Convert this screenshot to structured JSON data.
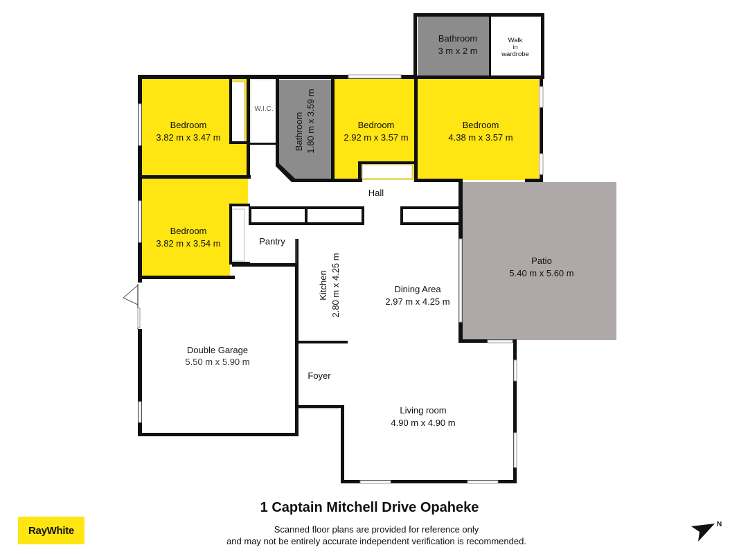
{
  "rooms": {
    "bedroom1": {
      "name": "Bedroom",
      "dims": "3.82 m x 3.47 m"
    },
    "bedroom2": {
      "name": "Bedroom",
      "dims": "3.82 m x 3.54 m"
    },
    "bedroom3": {
      "name": "Bedroom",
      "dims": "2.92 m x 3.57 m"
    },
    "bedroom4": {
      "name": "Bedroom",
      "dims": "4.38 m x 3.57 m"
    },
    "bathroom1": {
      "name": "Bathroom",
      "dims": "1.80 m x 3.59 m"
    },
    "bathroom2": {
      "name": "Bathroom",
      "dims": "3 m x 2 m"
    },
    "walkin": {
      "line1": "Walk",
      "line2": "in",
      "line3": "wardrobe"
    },
    "wic": {
      "name": "W.I.C."
    },
    "hall": {
      "name": "Hall"
    },
    "pantry": {
      "name": "Pantry"
    },
    "kitchen": {
      "name": "Kitchen",
      "dims": "2.80 m x 4.25 m"
    },
    "dining": {
      "name": "Dining Area",
      "dims": "2.97 m x 4.25 m"
    },
    "patio": {
      "name": "Patio",
      "dims": "5.40 m x 5.60 m"
    },
    "garage": {
      "name": "Double Garage",
      "dims": "5.50 m x 5.90 m"
    },
    "foyer": {
      "name": "Foyer"
    },
    "living": {
      "name": "Living room",
      "dims": "4.90 m x 4.90 m"
    }
  },
  "address": "1 Captain Mitchell Drive Opaheke",
  "disclaimer": {
    "line1": "Scanned floor plans are provided for reference only",
    "line2": "and may not be entirely accurate independent verification is recommended."
  },
  "brand": {
    "logo_text": "RayWhite",
    "logo_color": "#ffe512"
  },
  "colors": {
    "bedroom": "#ffe512",
    "bathroom": "#8c8c8c",
    "patio": "#afa8a8",
    "wall": "#111111"
  },
  "icons": {
    "compass": "north-arrow-icon"
  }
}
